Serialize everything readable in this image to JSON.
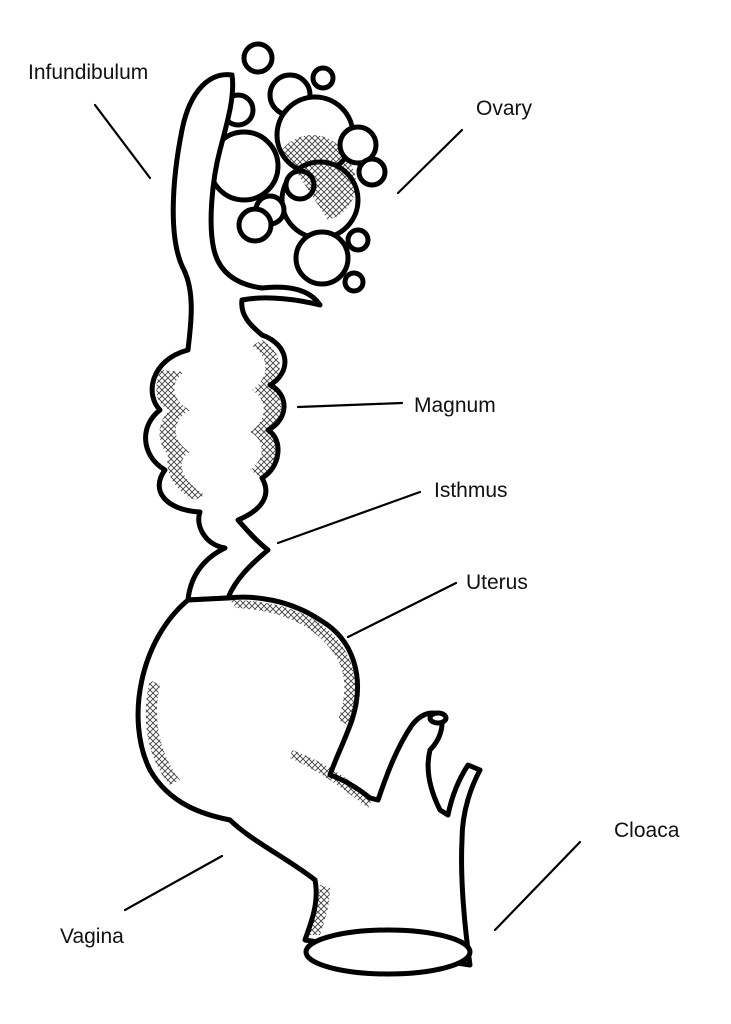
{
  "labels": {
    "infundibulum": "Infundibulum",
    "ovary": "Ovary",
    "magnum": "Magnum",
    "isthmus": "Isthmus",
    "uterus": "Uterus",
    "cloaca": "Cloaca",
    "vagina": "Vagina"
  },
  "colors": {
    "ink": "#000000",
    "background": "#ffffff"
  }
}
